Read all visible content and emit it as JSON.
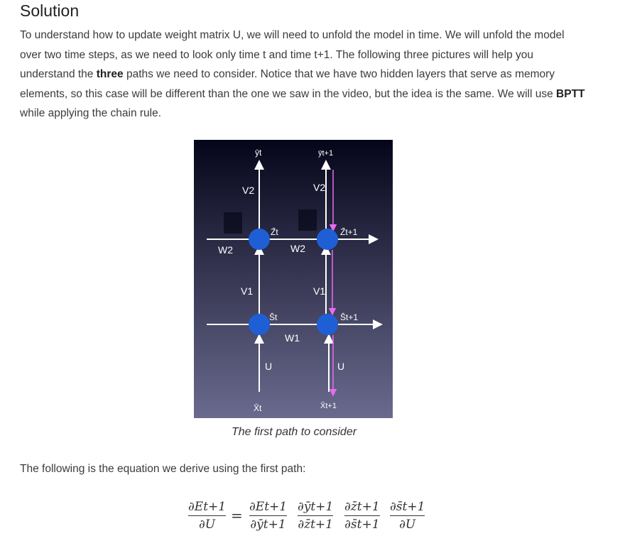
{
  "heading": "Solution",
  "intro": {
    "p1": "To understand how to update weight matrix U, we will need to unfold the model in time. We will unfold the model over two time steps, as we need to look only time t and time t+1. The following three pictures will help you understand the ",
    "bold1": "three",
    "p2": " paths we need to consider. Notice that we have two hidden layers that serve as memory elements, so this case will be different than the one we saw in the video, but the idea is the same. We will use ",
    "bold2": "BPTT",
    "p3": " while applying the chain rule."
  },
  "diagram": {
    "labels": {
      "y_t": "ȳt",
      "y_t1": "ȳt+1",
      "v2_left": "V2",
      "v2_right": "V2",
      "z_t": "Z̄t",
      "z_t1": "Z̄t+1",
      "w2_left": "W2",
      "w2_mid": "W2",
      "v1_left": "V1",
      "v1_right": "V1",
      "s_t": "S̄t",
      "s_t1": "S̄t+1",
      "w1": "W1",
      "u_left": "U",
      "u_right": "U",
      "x_t": "X̄t",
      "x_t1": "X̄t+1"
    },
    "colors": {
      "bg_top": "#05051a",
      "bg_bottom": "#6a6a8e",
      "node": "#1f5fd6",
      "path": "#e86cf0",
      "arrow": "#ffffff"
    }
  },
  "caption": "The first path to consider",
  "lead": "The following is the equation we derive using the first path:",
  "equation": {
    "lhs_num": "∂Et+1",
    "lhs_den": "∂U",
    "eq": "=",
    "terms": [
      {
        "num": "∂Et+1",
        "den": "∂ȳt+1"
      },
      {
        "num": "∂ȳt+1",
        "den": "∂z̄t+1"
      },
      {
        "num": "∂z̄t+1",
        "den": "∂s̄t+1"
      },
      {
        "num": "∂s̄t+1",
        "den": "∂U"
      }
    ]
  }
}
